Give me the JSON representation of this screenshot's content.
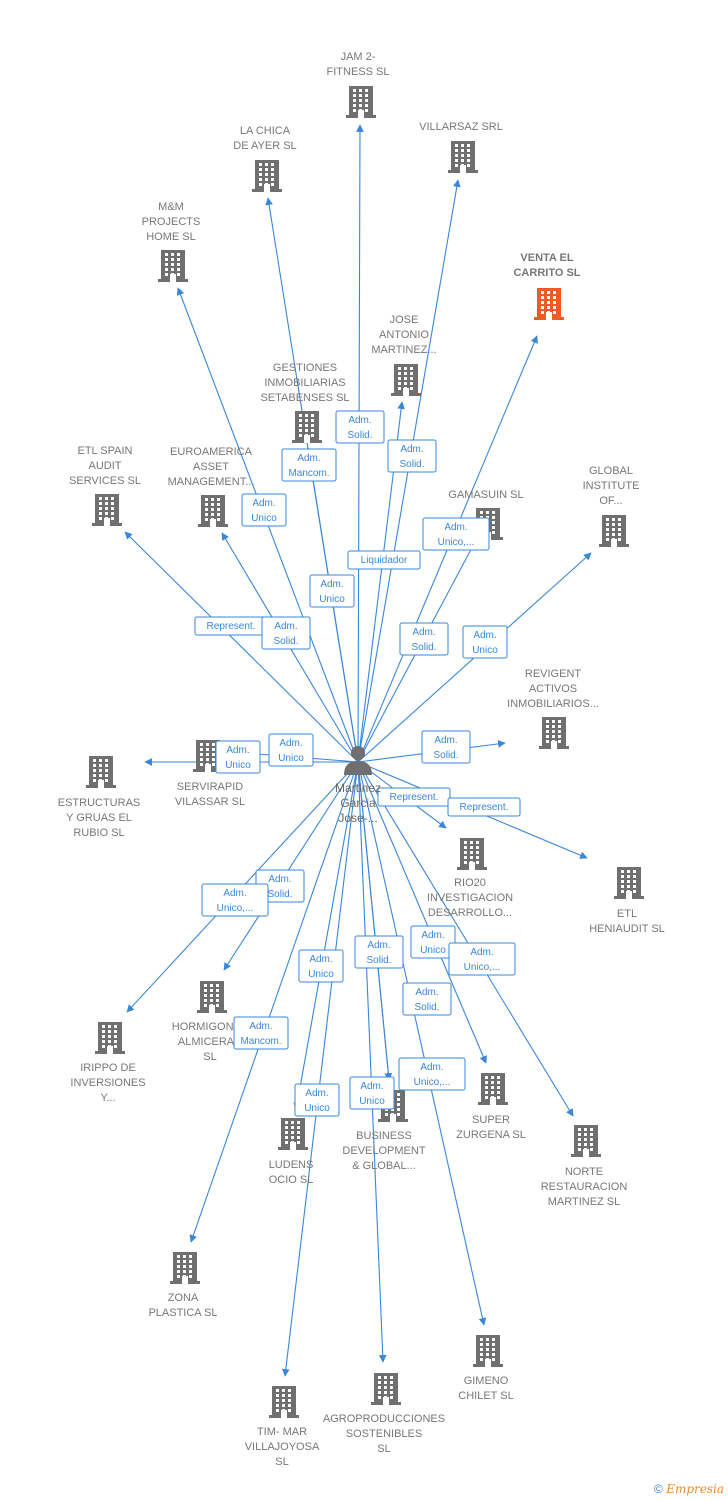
{
  "colors": {
    "edge": "#3a87d8",
    "building": "#6f6f6f",
    "highlight": "#f05a24",
    "text": "#777777"
  },
  "center": {
    "lines": [
      "Martinez",
      "Garcia",
      "Jose-..."
    ],
    "icon": "person-icon"
  },
  "nodes": [
    {
      "id": "jam2",
      "lines": [
        "JAM 2-",
        "FITNESS SL"
      ],
      "icon": "building-icon"
    },
    {
      "id": "lachica",
      "lines": [
        "LA CHICA",
        "DE AYER SL"
      ],
      "icon": "building-icon"
    },
    {
      "id": "villarsaz",
      "lines": [
        "VILLARSAZ SRL"
      ],
      "icon": "building-icon"
    },
    {
      "id": "mm",
      "lines": [
        "M&M",
        "PROJECTS",
        "HOME  SL"
      ],
      "icon": "building-icon"
    },
    {
      "id": "venta",
      "lines": [
        "VENTA EL",
        "CARRITO  SL"
      ],
      "icon": "building-icon",
      "highlight": true
    },
    {
      "id": "jose",
      "lines": [
        "JOSE",
        "ANTONIO",
        "MARTINEZ..."
      ],
      "icon": "building-icon"
    },
    {
      "id": "gestiones",
      "lines": [
        "GESTIONES",
        "INMOBILIARIAS",
        "SETABENSES SL"
      ],
      "icon": "building-icon"
    },
    {
      "id": "etlspain",
      "lines": [
        "ETL SPAIN",
        "AUDIT",
        "SERVICES  SL"
      ],
      "icon": "building-icon"
    },
    {
      "id": "euroamerica",
      "lines": [
        "EUROAMERICA",
        "ASSET",
        "MANAGEMENT..."
      ],
      "icon": "building-icon"
    },
    {
      "id": "gamasuin",
      "lines": [
        "GAMASUIN  SL"
      ],
      "icon": "building-icon"
    },
    {
      "id": "global",
      "lines": [
        "GLOBAL",
        "INSTITUTE",
        "OF..."
      ],
      "icon": "building-icon"
    },
    {
      "id": "revigent",
      "lines": [
        "REVIGENT",
        "ACTIVOS",
        "INMOBILIARIOS..."
      ],
      "icon": "building-icon"
    },
    {
      "id": "estructuras",
      "lines": [
        "ESTRUCTURAS",
        "Y GRUAS EL",
        "RUBIO SL"
      ],
      "icon": "building-icon"
    },
    {
      "id": "servirapid",
      "lines": [
        "SERVIRAPID",
        "VILASSAR  SL"
      ],
      "icon": "building-icon"
    },
    {
      "id": "rio20",
      "lines": [
        "RIO20",
        "INVESTIGACION",
        "DESARROLLO..."
      ],
      "icon": "building-icon"
    },
    {
      "id": "heniaudit",
      "lines": [
        "ETL",
        "HENIAUDIT  SL"
      ],
      "icon": "building-icon"
    },
    {
      "id": "hormigones",
      "lines": [
        "HORMIGONES",
        "ALMICERAN",
        "SL"
      ],
      "icon": "building-icon"
    },
    {
      "id": "irippo",
      "lines": [
        "IRIPPO DE",
        "INVERSIONES",
        "Y..."
      ],
      "icon": "building-icon"
    },
    {
      "id": "superzurgena",
      "lines": [
        "SUPER",
        "ZURGENA  SL"
      ],
      "icon": "building-icon"
    },
    {
      "id": "business",
      "lines": [
        "BUSINESS",
        "DEVELOPMENT",
        "& GLOBAL..."
      ],
      "icon": "building-icon"
    },
    {
      "id": "ludens",
      "lines": [
        "LUDENS",
        "OCIO SL"
      ],
      "icon": "building-icon"
    },
    {
      "id": "norte",
      "lines": [
        "NORTE",
        "RESTAURACION",
        "MARTINEZ  SL"
      ],
      "icon": "building-icon"
    },
    {
      "id": "zona",
      "lines": [
        "ZONA",
        "PLASTICA  SL"
      ],
      "icon": "building-icon"
    },
    {
      "id": "gimeno",
      "lines": [
        "GIMENO",
        "CHILET SL"
      ],
      "icon": "building-icon"
    },
    {
      "id": "tim",
      "lines": [
        "TIM- MAR",
        "VILLAJOYOSA",
        "SL"
      ],
      "icon": "building-icon"
    },
    {
      "id": "agro",
      "lines": [
        "AGROPRODUCCIONES",
        "SOSTENIBLES",
        "SL"
      ],
      "icon": "building-icon"
    }
  ],
  "edges": [
    {
      "to": "jam2",
      "label": [
        "Adm.",
        "Solid."
      ]
    },
    {
      "to": "lachica",
      "label": [
        "Adm.",
        "Mancom."
      ]
    },
    {
      "to": "villarsaz",
      "label": [
        "Liquidador"
      ]
    },
    {
      "to": "mm",
      "label": [
        "Adm.",
        "Unico"
      ]
    },
    {
      "to": "venta",
      "label": [
        "Adm.",
        "Solid."
      ]
    },
    {
      "to": "jose",
      "label": [
        "Adm.",
        "Solid."
      ]
    },
    {
      "to": "gestiones",
      "label": [
        "Adm.",
        "Unico"
      ]
    },
    {
      "to": "etlspain",
      "label": [
        "Represent."
      ]
    },
    {
      "to": "euroamerica",
      "label": [
        "Adm.",
        "Solid."
      ]
    },
    {
      "to": "gamasuin",
      "label": [
        "Adm.",
        "Unico,..."
      ]
    },
    {
      "to": "global",
      "label": [
        "Adm.",
        "Unico"
      ]
    },
    {
      "to": "revigent",
      "label": [
        "Adm.",
        "Solid."
      ]
    },
    {
      "to": "estructuras",
      "label": [
        "Adm.",
        "Unico"
      ]
    },
    {
      "to": "servirapid",
      "label": [
        "Adm.",
        "Unico"
      ]
    },
    {
      "to": "rio20",
      "label": [
        "Represent."
      ]
    },
    {
      "to": "heniaudit",
      "label": [
        "Represent."
      ]
    },
    {
      "to": "hormigones",
      "label": [
        "Adm.",
        "Solid."
      ]
    },
    {
      "to": "irippo",
      "label": [
        "Adm.",
        "Unico,..."
      ]
    },
    {
      "to": "superzurgena",
      "label": [
        "Adm.",
        "Unico"
      ]
    },
    {
      "to": "business",
      "label": [
        "Adm.",
        "Solid."
      ]
    },
    {
      "to": "ludens",
      "label": [
        "Adm.",
        "Unico"
      ]
    },
    {
      "to": "norte",
      "label": [
        "Adm.",
        "Unico,..."
      ]
    },
    {
      "to": "zona",
      "label": [
        "Adm.",
        "Mancom."
      ]
    },
    {
      "to": "gimeno",
      "label": [
        "Adm.",
        "Unico,..."
      ]
    },
    {
      "to": "tim",
      "label": [
        "Adm.",
        "Unico"
      ]
    },
    {
      "to": "agro",
      "label": [
        "Adm.",
        "Unico"
      ]
    },
    {
      "to": "business",
      "label": [
        "Adm.",
        "Solid."
      ]
    }
  ],
  "footer": {
    "copyright": "©",
    "brand": "Empresia"
  }
}
